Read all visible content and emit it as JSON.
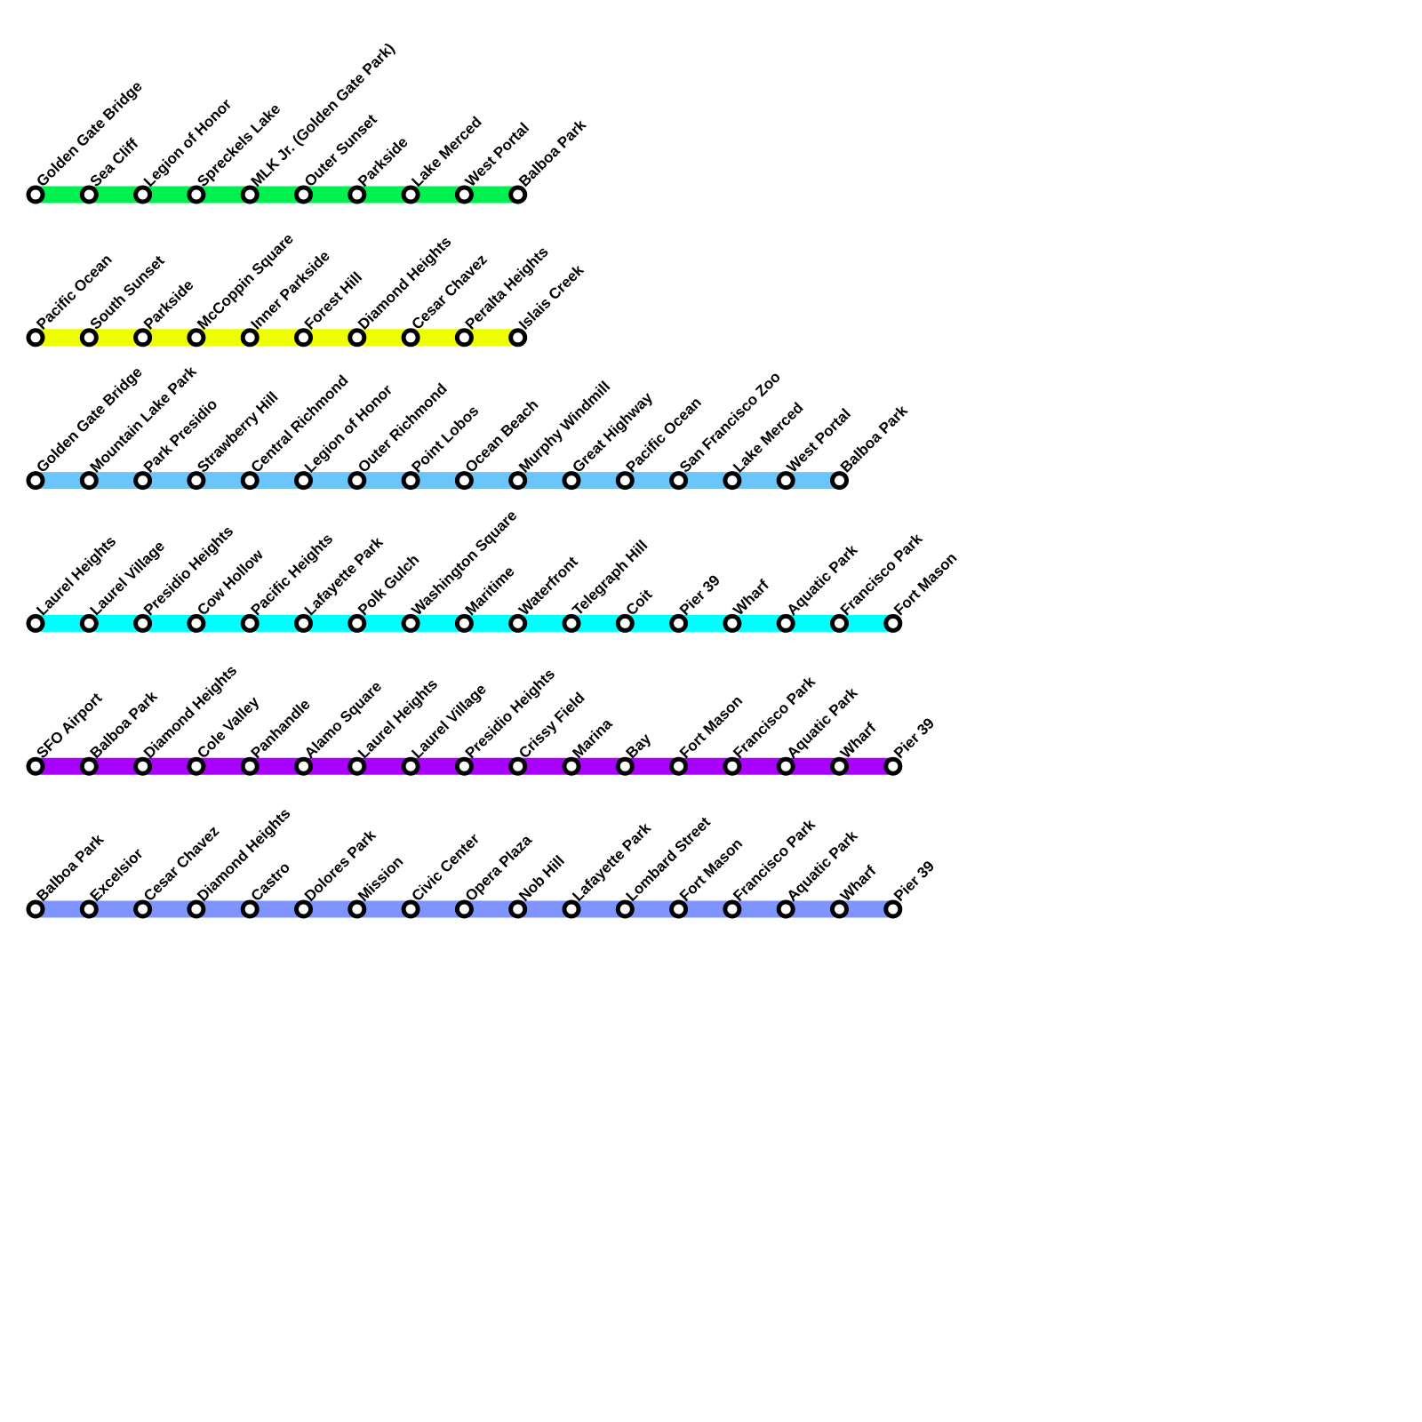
{
  "lines": [
    {
      "color": "#00f050",
      "stations": [
        "Golden Gate Bridge",
        "Sea Cliff",
        "Legion of Honor",
        "Spreckels Lake",
        "MLK Jr. (Golden Gate Park)",
        "Outer Sunset",
        "Parkside",
        "Lake Merced",
        "West Portal",
        "Balboa Park"
      ]
    },
    {
      "color": "#eeff00",
      "stations": [
        "Pacific Ocean",
        "South Sunset",
        "Parkside",
        "McCoppin Square",
        "Inner Parkside",
        "Forest Hill",
        "Diamond Heights",
        "Cesar Chavez",
        "Peralta Heights",
        "Islais Creek"
      ]
    },
    {
      "color": "#6ac6fa",
      "stations": [
        "Golden Gate Bridge",
        "Mountain Lake Park",
        "Park Presidio",
        "Strawberry Hill",
        "Central Richmond",
        "Legion of Honor",
        "Outer Richmond",
        "Point Lobos",
        "Ocean Beach",
        "Murphy Windmill",
        "Great Highway",
        "Pacific Ocean",
        "San Francisco Zoo",
        "Lake Merced",
        "West Portal",
        "Balboa Park"
      ]
    },
    {
      "color": "#00ffff",
      "stations": [
        "Laurel Heights",
        "Laurel Village",
        "Presidio Heights",
        "Cow Hollow",
        "Pacific Heights",
        "Lafayette Park",
        "Polk Gulch",
        "Washington Square",
        "Maritime",
        "Waterfront",
        "Telegraph Hill",
        "Coit",
        "Pier 39",
        "Wharf",
        "Aquatic Park",
        "Francisco Park",
        "Fort Mason"
      ]
    },
    {
      "color": "#aa00ff",
      "stations": [
        "SFO Airport",
        "Balboa Park",
        "Diamond Heights",
        "Cole Valley",
        "Panhandle",
        "Alamo Square",
        "Laurel Heights",
        "Laurel Village",
        "Presidio Heights",
        "Crissy Field",
        "Marina",
        "Bay",
        "Fort Mason",
        "Francisco Park",
        "Aquatic Park",
        "Wharf",
        "Pier 39"
      ]
    },
    {
      "color": "#8094ff",
      "stations": [
        "Balboa Park",
        "Excelsior",
        "Cesar Chavez",
        "Diamond Heights",
        "Castro",
        "Dolores Park",
        "Mission",
        "Civic Center",
        "Opera Plaza",
        "Nob Hill",
        "Lafayette Park",
        "Lombard Street",
        "Fort Mason",
        "Francisco Park",
        "Aquatic Park",
        "Wharf",
        "Pier 39"
      ]
    }
  ]
}
